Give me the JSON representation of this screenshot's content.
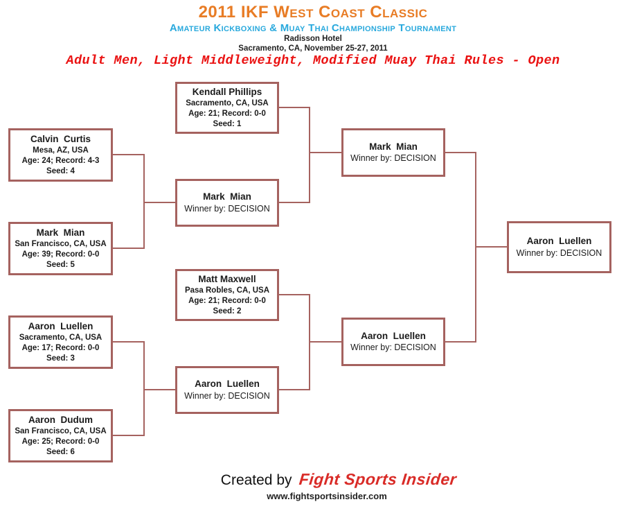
{
  "header": {
    "title": "2011 IKF West Coast Classic",
    "subtitle": "Amateur Kickboxing & Muay Thai Championship Tournament",
    "venue": "Radisson Hotel",
    "location_date": "Sacramento, CA, November 25-27, 2011",
    "division": "Adult Men, Light Middleweight, Modified Muay Thai Rules - Open"
  },
  "colors": {
    "title_orange": "#e87c25",
    "subtitle_cyan": "#29a9dd",
    "division_red": "#ea1212",
    "bracket_line": "#a5625f",
    "logo_red": "#d92b27"
  },
  "bracket": {
    "entrants": {
      "kendall_phillips": {
        "name": "Kendall Phillips",
        "location": "Sacramento, CA, USA",
        "age_record": "Age: 21; Record: 0-0",
        "seed": "Seed: 1"
      },
      "calvin_curtis": {
        "name": "Calvin  Curtis",
        "location": "Mesa, AZ, USA",
        "age_record": "Age: 24; Record: 4-3",
        "seed": "Seed: 4"
      },
      "mark_mian": {
        "name": "Mark  Mian",
        "location": "San Francisco, CA, USA",
        "age_record": "Age: 39; Record: 0-0",
        "seed": "Seed: 5"
      },
      "matt_maxwell": {
        "name": "Matt Maxwell",
        "location": "Pasa Robles, CA, USA",
        "age_record": "Age: 21; Record: 0-0",
        "seed": "Seed: 2"
      },
      "aaron_luellen": {
        "name": "Aaron  Luellen",
        "location": "Sacramento, CA, USA",
        "age_record": "Age: 17; Record: 0-0",
        "seed": "Seed: 3"
      },
      "aaron_dudum": {
        "name": "Aaron  Dudum",
        "location": "San Francisco, CA, USA",
        "age_record": "Age: 25; Record: 0-0",
        "seed": "Seed: 6"
      }
    },
    "winners": {
      "quarter_top": {
        "name": "Mark  Mian",
        "method": "Winner by: DECISION"
      },
      "semi_top": {
        "name": "Mark  Mian",
        "method": "Winner by: DECISION"
      },
      "quarter_bottom": {
        "name": "Aaron  Luellen",
        "method": "Winner by: DECISION"
      },
      "semi_bottom": {
        "name": "Aaron  Luellen",
        "method": "Winner by: DECISION"
      },
      "final": {
        "name": "Aaron  Luellen",
        "method": "Winner by: DECISION"
      }
    }
  },
  "footer": {
    "created_by": "Created by",
    "logo": "Fight Sports Insider",
    "website": "www.fightsportsinsider.com"
  }
}
